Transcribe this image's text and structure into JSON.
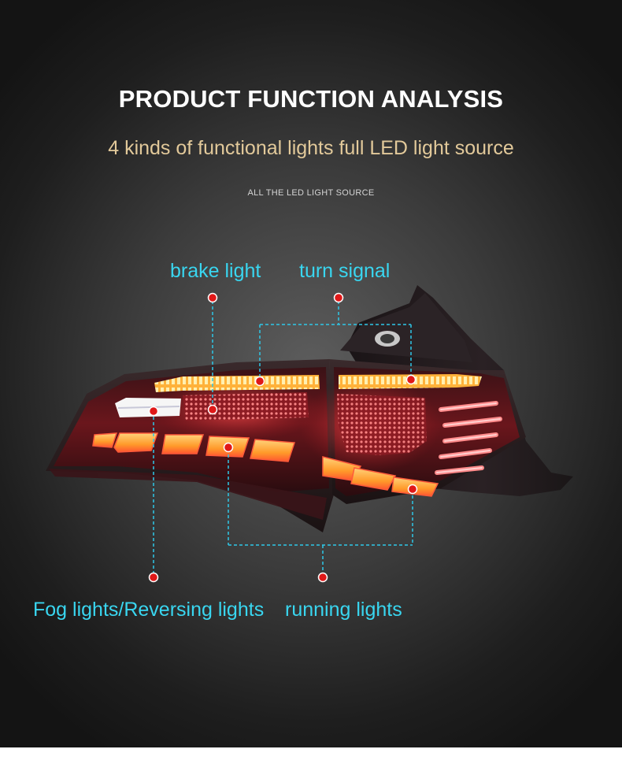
{
  "header": {
    "title": "PRODUCT FUNCTION ANALYSIS",
    "subtitle": "4 kinds of functional lights full LED light source",
    "tagline": "ALL THE LED LIGHT SOURCE"
  },
  "callouts": {
    "brake_light": "brake light",
    "turn_signal": "turn signal",
    "fog_reversing": "Fog lights/Reversing lights",
    "running_lights": "running lights"
  },
  "colors": {
    "label": "#39d6f0",
    "subtitle": "#e2c99a",
    "marker": "#e01818",
    "leader_line": "#2ec8e8",
    "amber": "#ffb020",
    "lens": "#5a1418"
  }
}
